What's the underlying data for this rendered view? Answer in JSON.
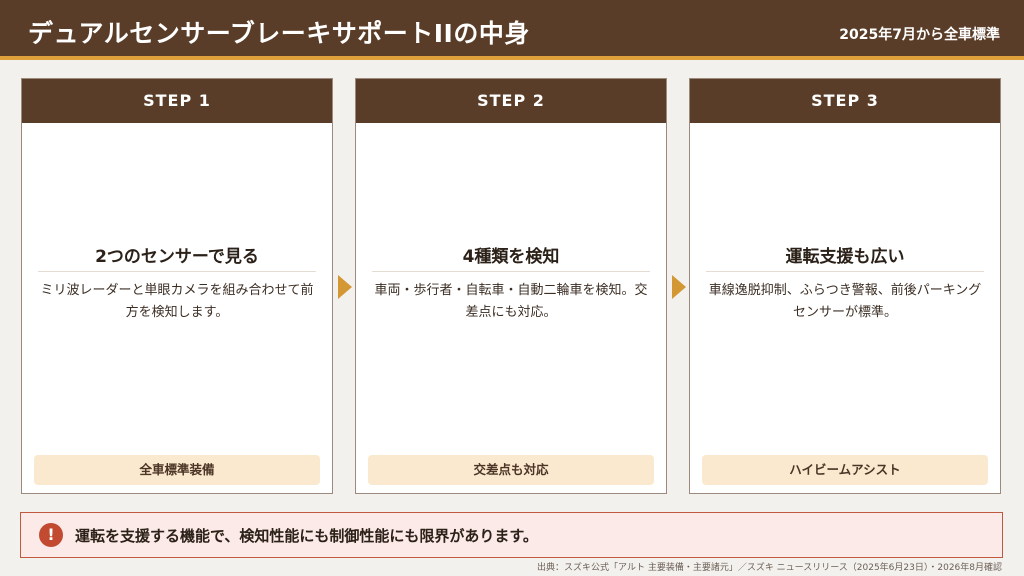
{
  "header": {
    "title": "デュアルセンサーブレーキサポートIIの中身",
    "subtitle": "2025年7月から全車標準"
  },
  "steps": [
    {
      "label": "STEP 1",
      "title": "2つのセンサーで見る",
      "body": "ミリ波レーダーと単眼カメラを組み合わせて前方を検知します。",
      "tag": "全車標準装備"
    },
    {
      "label": "STEP 2",
      "title": "4種類を検知",
      "body": "車両・歩行者・自転車・自動二輪車を検知。交差点にも対応。",
      "tag": "交差点も対応"
    },
    {
      "label": "STEP 3",
      "title": "運転支援も広い",
      "body": "車線逸脱抑制、ふらつき警報、前後パーキングセンサーが標準。",
      "tag": "ハイビームアシスト"
    }
  ],
  "warning": {
    "icon": "exclamation-icon",
    "text": "運転を支援する機能で、検知性能にも制御性能にも限界があります。"
  },
  "source": "出典：スズキ公式「アルト 主要装備・主要諸元」／スズキ ニュースリリース（2025年6月23日）・2026年8月確認",
  "colors": {
    "header_bg": "#5a3d28",
    "accent": "#e0a13a",
    "tag_bg": "#fbe9cf",
    "warning_bg": "#fbeae7",
    "warning_border": "#c05a3e",
    "warning_icon": "#c24a30"
  }
}
